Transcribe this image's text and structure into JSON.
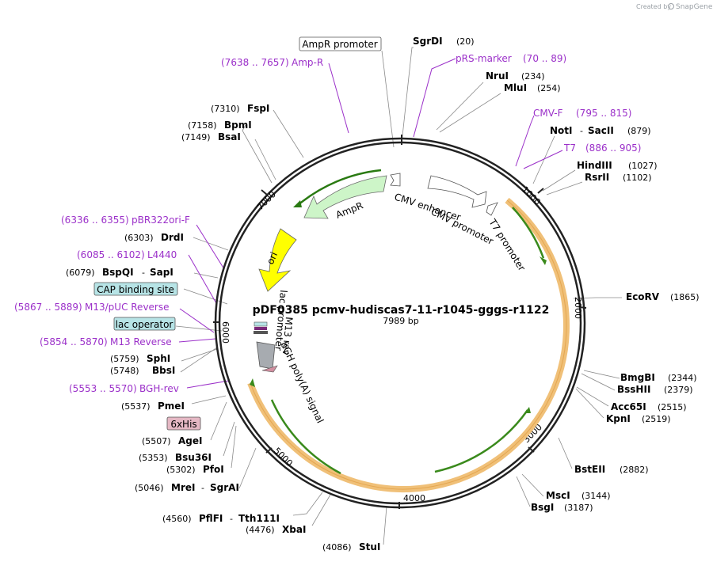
{
  "title": "pDF0385 pcmv-hudiscas7-11-r1045-gggs-r1122",
  "length_label": "7989 bp",
  "credit_text": "Created by",
  "brand": "SnapGene",
  "colors": {
    "backbone": "#222222",
    "primer": "#9b30c9",
    "orf": "#f0c078",
    "orf_arrow": "#3a8a1c",
    "ampr": "#cdf5c8",
    "ori": "#ffff00",
    "promoter": "#ffffff",
    "polyA": "#a7abb0",
    "lac": "#b7e4e6",
    "sixhis": "#e5b8c4"
  },
  "ticks": [
    "1000",
    "2000",
    "3000",
    "4000",
    "5000",
    "6000",
    "7000"
  ],
  "sites": {
    "sgrdi": {
      "name": "SgrDI",
      "pos": "(20)"
    },
    "nrui": {
      "name": "NruI",
      "pos": "(234)"
    },
    "mlui": {
      "name": "MluI",
      "pos": "(254)"
    },
    "noti": {
      "name": "NotI",
      "sep": "-",
      "name2": "SacII",
      "pos": "(879)"
    },
    "hindiii": {
      "name": "HindIII",
      "pos": "(1027)"
    },
    "rsrii": {
      "name": "RsrII",
      "pos": "(1102)"
    },
    "ecorv": {
      "name": "EcoRV",
      "pos": "(1865)"
    },
    "bmgbi": {
      "name": "BmgBI",
      "pos": "(2344)"
    },
    "bsshii": {
      "name": "BssHII",
      "pos": "(2379)"
    },
    "acc65i": {
      "name": "Acc65I",
      "pos": "(2515)"
    },
    "kpni": {
      "name": "KpnI",
      "pos": "(2519)"
    },
    "bsteii": {
      "name": "BstEII",
      "pos": "(2882)"
    },
    "msci": {
      "name": "MscI",
      "pos": "(3144)"
    },
    "bsgi": {
      "name": "BsgI",
      "pos": "(3187)"
    },
    "stui": {
      "name": "StuI",
      "pos": "(4086)"
    },
    "xbai": {
      "name": "XbaI",
      "pos": "(4476)"
    },
    "pflfi": {
      "name": "PflFI",
      "sep": "-",
      "name2": "Tth111I",
      "pos": "(4560)"
    },
    "mrei": {
      "name": "MreI",
      "sep": "-",
      "name2": "SgrAI",
      "pos": "(5046)"
    },
    "pfoi": {
      "name": "PfoI",
      "pos": "(5302)"
    },
    "bsu36i": {
      "name": "Bsu36I",
      "pos": "(5353)"
    },
    "agei": {
      "name": "AgeI",
      "pos": "(5507)"
    },
    "pmei": {
      "name": "PmeI",
      "pos": "(5537)"
    },
    "bbsi": {
      "name": "BbsI",
      "pos": "(5748)"
    },
    "sphi": {
      "name": "SphI",
      "pos": "(5759)"
    },
    "bspqi": {
      "name": "BspQI",
      "sep": "-",
      "name2": "SapI",
      "pos": "(6079)"
    },
    "drdi": {
      "name": "DrdI",
      "pos": "(6303)"
    },
    "bsai": {
      "name": "BsaI",
      "pos": "(7149)"
    },
    "bpmi": {
      "name": "BpmI",
      "pos": "(7158)"
    },
    "fspi": {
      "name": "FspI",
      "pos": "(7310)"
    }
  },
  "primers": {
    "prs": {
      "name": "pRS-marker",
      "range": "(70 .. 89)"
    },
    "cmvf": {
      "name": "CMV-F",
      "range": "(795 .. 815)"
    },
    "t7": {
      "name": "T7",
      "range": "(886 .. 905)"
    },
    "ampr": {
      "name": "Amp-R",
      "range": "(7638 .. 7657)"
    },
    "pbr": {
      "name": "pBR322ori-F",
      "range": "(6336 .. 6355)"
    },
    "l4440": {
      "name": "L4440",
      "range": "(6085 .. 6102)"
    },
    "m13puc": {
      "name": "M13/pUC Reverse",
      "range": "(5867 .. 5889)"
    },
    "m13rev": {
      "name": "M13 Reverse",
      "range": "(5854 .. 5870)"
    },
    "bghrev": {
      "name": "BGH-rev",
      "range": "(5553 .. 5570)"
    }
  },
  "boxed": {
    "ampr_promoter": "AmpR promoter",
    "cap": "CAP binding site",
    "lac_operator": "lac operator",
    "sixhis": "6xHis"
  },
  "features": {
    "cmv_enhancer": "CMV enhancer",
    "cmv_promoter": "CMV promoter",
    "t7_promoter": "T7 promoter",
    "ampr": "AmpR",
    "ori": "ori",
    "lac_promoter": "lac promoter",
    "m13_rev": "M13 rev",
    "bgh": "bGH poly(A) signal"
  }
}
